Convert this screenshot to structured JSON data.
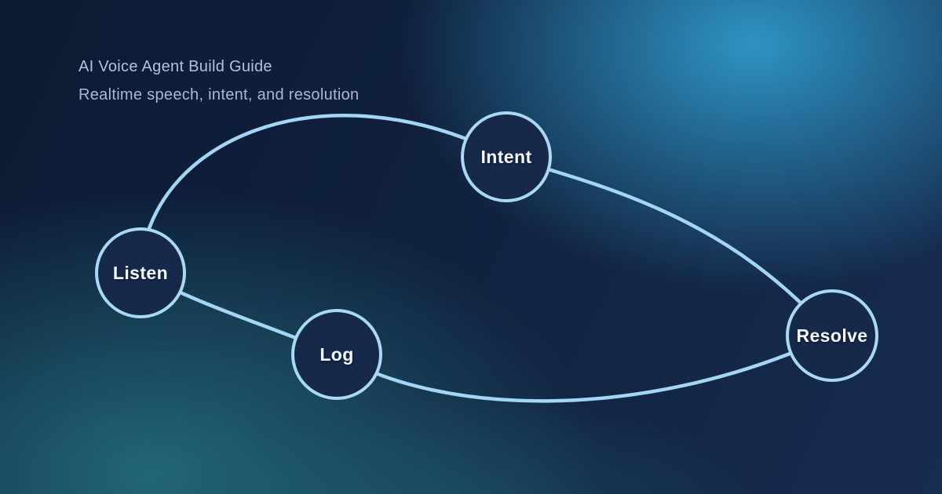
{
  "header": {
    "title": "AI Voice Agent Build Guide",
    "subtitle": "Realtime speech, intent, and resolution"
  },
  "diagram": {
    "nodes": [
      {
        "id": "listen",
        "label": "Listen"
      },
      {
        "id": "intent",
        "label": "Intent"
      },
      {
        "id": "log",
        "label": "Log"
      },
      {
        "id": "resolve",
        "label": "Resolve"
      }
    ],
    "edges": [
      {
        "from": "listen",
        "to": "intent"
      },
      {
        "from": "intent",
        "to": "resolve"
      },
      {
        "from": "listen",
        "to": "log"
      },
      {
        "from": "log",
        "to": "resolve"
      }
    ],
    "colors": {
      "node_fill": "#16294a",
      "node_border": "#a8d8f3",
      "edge_stroke": "#a3d6f4",
      "label_text": "#f4f8fc",
      "title_text": "#b2c0dc",
      "subtitle_text": "#a8b8d5",
      "background_navy": "#0d1b33",
      "background_glow_cyan": "#2f99ca",
      "background_glow_teal": "#2d969e"
    }
  }
}
